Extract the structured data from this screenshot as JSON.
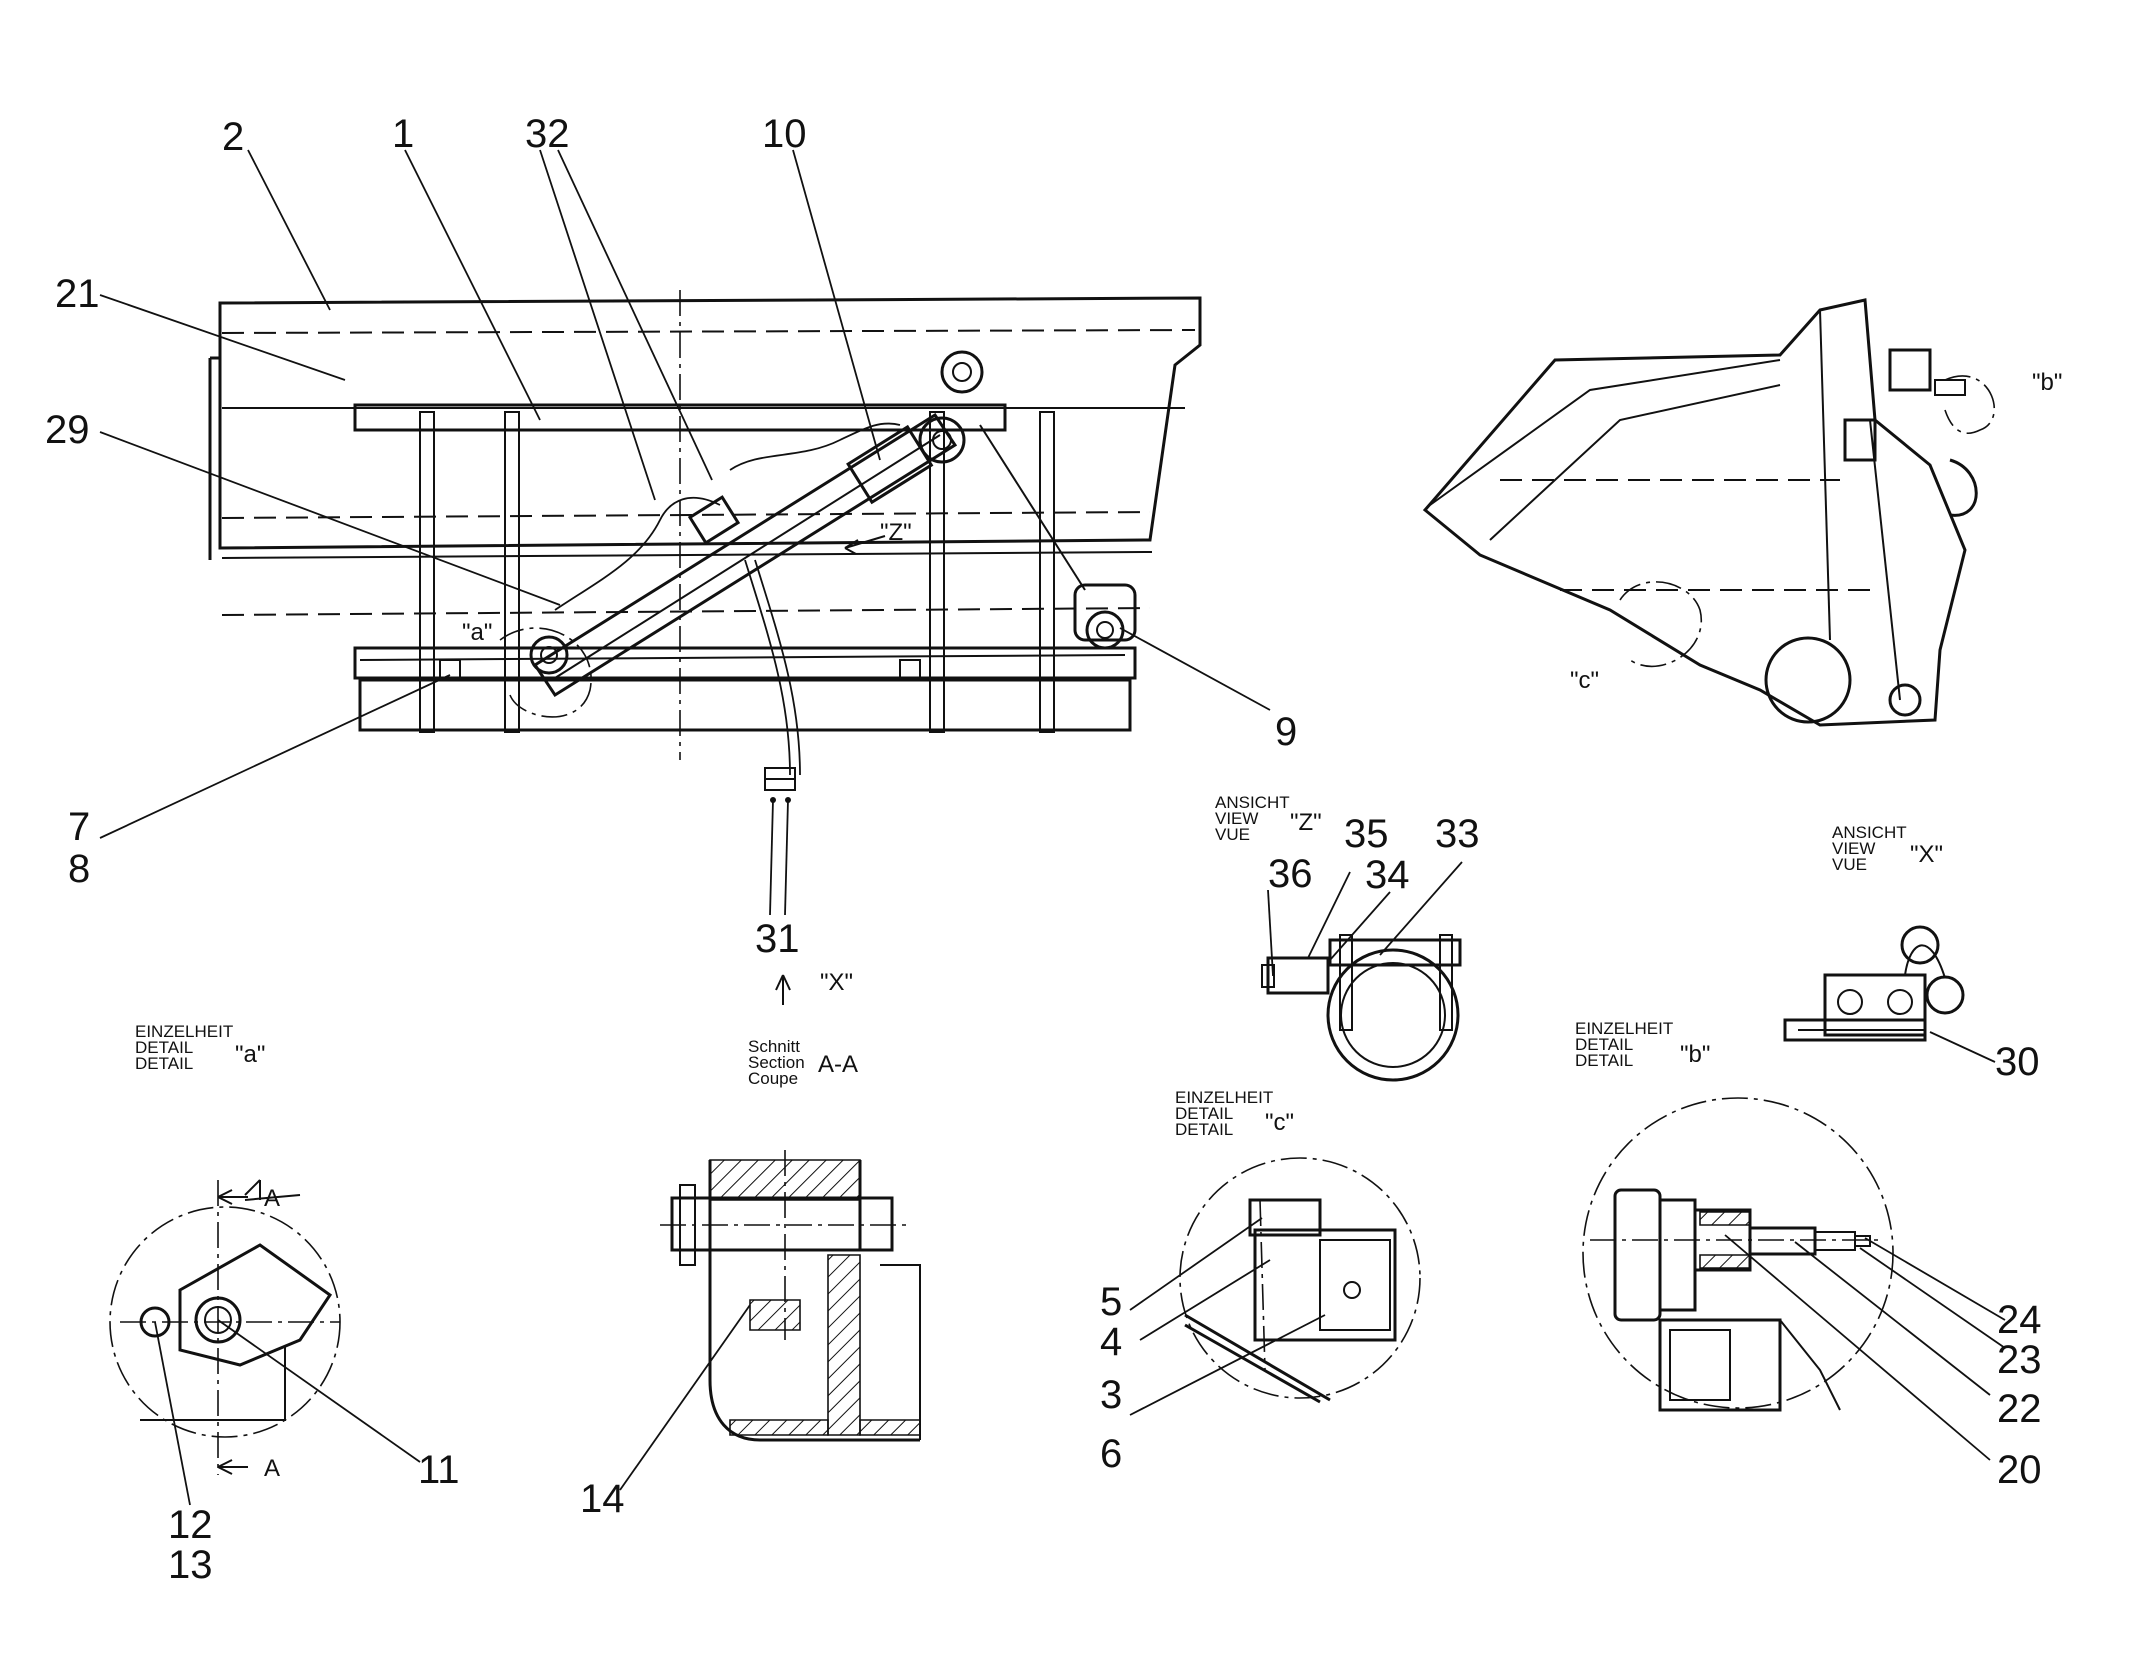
{
  "part_numbers": {
    "n1": "1",
    "n2": "2",
    "n3": "3",
    "n4": "4",
    "n5": "5",
    "n6": "6",
    "n7": "7",
    "n8": "8",
    "n9": "9",
    "n10": "10",
    "n11": "11",
    "n12": "12",
    "n13": "13",
    "n14": "14",
    "n20": "20",
    "n21": "21",
    "n22": "22",
    "n23": "23",
    "n24": "24",
    "n29": "29",
    "n30": "30",
    "n31": "31",
    "n32": "32",
    "n33": "33",
    "n34": "34",
    "n35": "35",
    "n36": "36"
  },
  "markers": {
    "a": "\"a\"",
    "b": "\"b\"",
    "c": "\"c\"",
    "z": "\"Z\"",
    "x": "\"X\"",
    "section_a_top": "A",
    "section_a_bottom": "A",
    "section_aa": "A-A"
  },
  "view_z": {
    "line1": "ANSICHT",
    "line2": "VIEW",
    "line3": "VUE",
    "tag": "\"Z\""
  },
  "view_x": {
    "line1": "ANSICHT",
    "line2": "VIEW",
    "line3": "VUE",
    "tag": "\"X\""
  },
  "detail_a": {
    "line1": "EINZELHEIT",
    "line2": "DETAIL",
    "line3": "DETAIL",
    "tag": "\"a\""
  },
  "detail_b": {
    "line1": "EINZELHEIT",
    "line2": "DETAIL",
    "line3": "DETAIL",
    "tag": "\"b\""
  },
  "detail_c": {
    "line1": "EINZELHEIT",
    "line2": "DETAIL",
    "line3": "DETAIL",
    "tag": "\"c\""
  },
  "section": {
    "line1": "Schnitt",
    "line2": "Section",
    "line3": "Coupe",
    "tag": "A-A"
  }
}
